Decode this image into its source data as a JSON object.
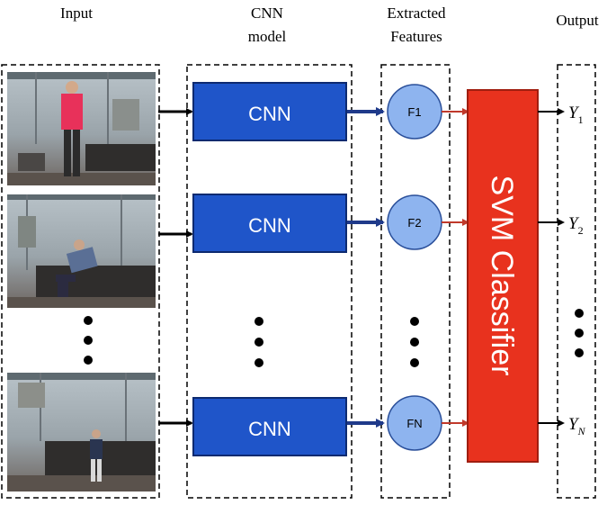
{
  "columns": {
    "input": "Input",
    "cnn_line1": "CNN",
    "cnn_line2": "model",
    "features_line1": "Extracted",
    "features_line2": "Features",
    "output": "Output"
  },
  "cnn_label": "CNN",
  "features": [
    "F1",
    "F2",
    "FN"
  ],
  "classifier": "SVM Classifier",
  "outputs": [
    {
      "base": "Y",
      "sub": "1"
    },
    {
      "base": "Y",
      "sub": "2"
    },
    {
      "base": "Y",
      "sub": "N"
    }
  ],
  "colors": {
    "cnn_block": "#1f55c9",
    "feature_circle": "#8eb4ef",
    "classifier": "#e8321e",
    "arrow_to_feature": "#1f3a8a",
    "arrow_to_classifier": "#c0392b",
    "arrow_input": "#000000"
  },
  "icons": [
    "person-standing-image",
    "person-sitting-on-couch-image",
    "person-standing-far-image",
    "ellipsis-dots-icon"
  ]
}
